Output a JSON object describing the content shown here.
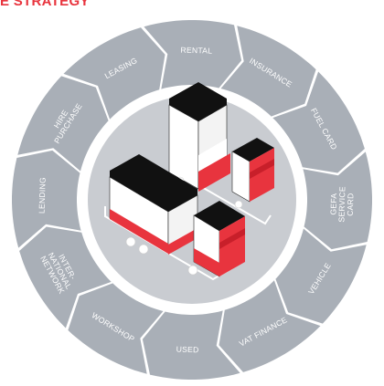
{
  "header": {
    "title": "E STRATEGY"
  },
  "ring": {
    "segments": [
      {
        "lines": [
          "LEASING"
        ]
      },
      {
        "lines": [
          "RENTAL"
        ]
      },
      {
        "lines": [
          "INSURANCE"
        ]
      },
      {
        "lines": [
          "FUEL CARD"
        ]
      },
      {
        "lines": [
          "GEFA",
          "SERVICE",
          "CARD"
        ]
      },
      {
        "lines": [
          "VEHICLE"
        ]
      },
      {
        "lines": [
          "VAT FINANCE"
        ]
      },
      {
        "lines": [
          "USED"
        ]
      },
      {
        "lines": [
          "WORKSHOP"
        ]
      },
      {
        "lines": [
          "INTER-",
          "NATIONAL",
          "NETWORK"
        ]
      },
      {
        "lines": [
          "LENDING"
        ]
      },
      {
        "lines": [
          "HIRE",
          "PURCHASE"
        ]
      }
    ]
  },
  "colors": {
    "accent": "#e8343e",
    "segment": "#a9afb7",
    "inner_ring": "#ffffff",
    "hub": "#c9ccd1",
    "truck_body": "#ffffff",
    "truck_top": "#000000",
    "truck_cab": "#e8343e"
  }
}
